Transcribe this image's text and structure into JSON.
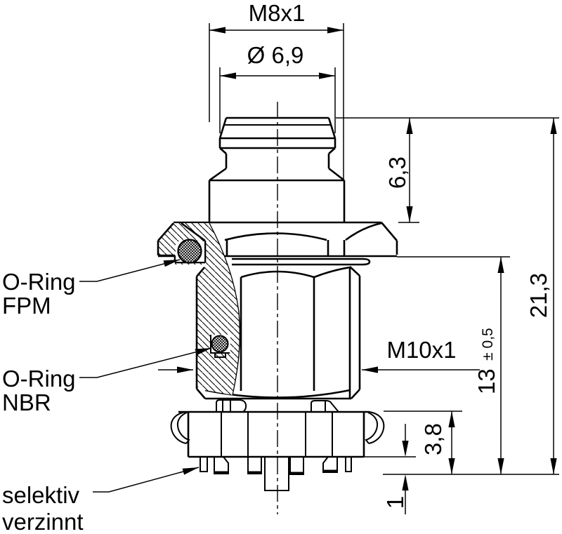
{
  "page": {
    "background": "#ffffff",
    "line_color": "#000000"
  },
  "dimensions": {
    "m8_thread": "M8x1",
    "tip_diameter": "Ø 6,9",
    "tip_height": "6,3",
    "total_height": "21,3",
    "m10_thread": "M10x1",
    "body_height": "13",
    "body_height_tol": "± 0,5",
    "base_height": "3,8",
    "pin_tip_length": "1"
  },
  "callouts": {
    "oring_fpm_line1": "O-Ring",
    "oring_fpm_line2": "FPM",
    "oring_nbr_line1": "O-Ring",
    "oring_nbr_line2": "NBR",
    "tinned_line1": "selektiv",
    "tinned_line2": "verzinnt"
  }
}
